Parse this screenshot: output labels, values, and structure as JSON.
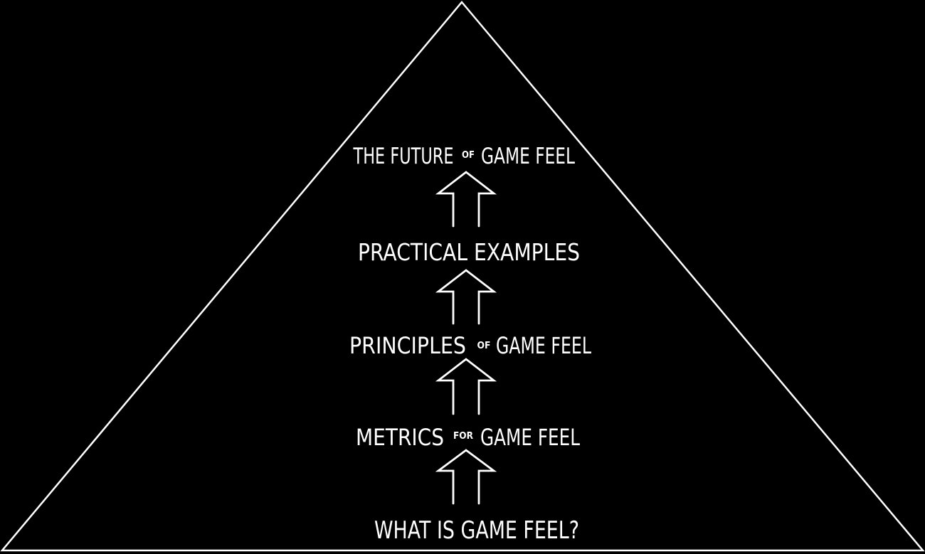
{
  "colors": {
    "background": "#000000",
    "lines": "#ffffff",
    "text": "#ffffff"
  },
  "levels": [
    {
      "id": "future",
      "big_left": "THE FUTURE",
      "small": "OF",
      "big_right": "GAME FEEL"
    },
    {
      "id": "practical",
      "big_left": "PRACTICAL EXAMPLES",
      "small": "",
      "big_right": ""
    },
    {
      "id": "principles",
      "big_left": "PRINCIPLES",
      "small": "OF",
      "big_right": "GAME FEEL"
    },
    {
      "id": "metrics",
      "big_left": "METRICS",
      "small": "FOR",
      "big_right": "GAME FEEL"
    },
    {
      "id": "what-is",
      "big_left": "WHAT IS GAME FEEL?",
      "small": "",
      "big_right": ""
    }
  ],
  "arrows": [
    "arrow-to-future",
    "arrow-to-practical",
    "arrow-to-principles",
    "arrow-to-metrics"
  ]
}
